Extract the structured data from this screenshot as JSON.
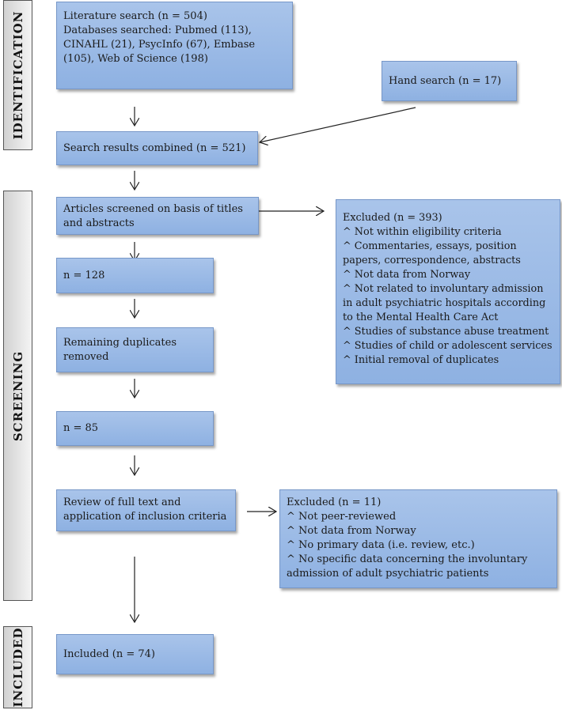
{
  "stages": {
    "identification": "IDENTIFICATION",
    "screening": "SCREENING",
    "included": "INCLUDED"
  },
  "boxes": {
    "literature_search": {
      "lines": [
        "Literature search (n = 504)",
        "Databases searched: Pubmed (113),",
        "CINAHL (21), PsycInfo (67), Embase",
        "(105), Web of Science (198)"
      ]
    },
    "hand_search": {
      "text": "Hand search (n = 17)"
    },
    "combined": {
      "text": "Search results combined (n = 521)"
    },
    "screened": {
      "lines": [
        "Articles screened on basis of titles",
        "and abstracts"
      ]
    },
    "excluded_first": {
      "lines": [
        "Excluded (n = 393)",
        "^ Not within eligibility criteria",
        "^ Commentaries, essays, position",
        "papers, correspondence, abstracts",
        "^ Not data from Norway",
        "^ Not related to involuntary admission",
        "in adult psychiatric hospitals according",
        "to the Mental Health Care Act",
        "^ Studies of substance abuse treatment",
        "^ Studies of child or adolescent services",
        "^ Initial removal of duplicates"
      ]
    },
    "n128": {
      "text": "n = 128"
    },
    "duplicates": {
      "lines": [
        "Remaining duplicates",
        "removed"
      ]
    },
    "n85": {
      "text": "n = 85"
    },
    "full_text": {
      "lines": [
        "Review of full text and",
        "application of inclusion criteria"
      ]
    },
    "excluded_second": {
      "lines": [
        "Excluded (n = 11)",
        "^ Not peer-reviewed",
        "^ Not data from Norway",
        "^ No primary data (i.e. review, etc.)",
        "^ No specific data concerning the involuntary",
        "admission of adult psychiatric patients"
      ]
    },
    "included": {
      "text": "Included (n = 74)"
    }
  }
}
